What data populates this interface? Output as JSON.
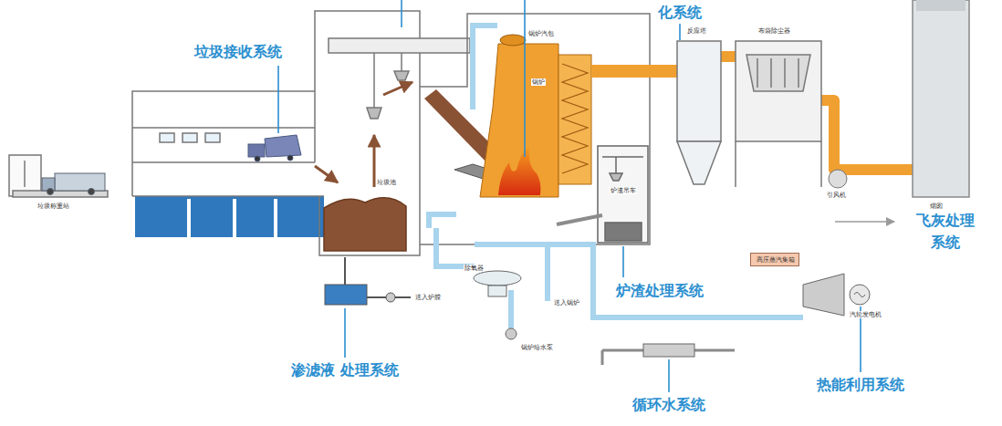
{
  "diagram": {
    "nodes": [
      {
        "text": [
          "高压蒸汽集箱"
        ]
      }
    ],
    "labels": [
      "垃圾接收系统",
      "化系统",
      "飞灰处理 系统",
      "炉渣处理系统",
      "渗滤液 处理系统",
      "循环水系统",
      "热能利用系统",
      "垃圾称重站",
      "垃圾池",
      "锅炉汽包",
      "锅炉",
      "炉渣吊车",
      "除氧器",
      "送入炉膛",
      "送入锅炉",
      "锅炉给水泵",
      "汽轮发电机",
      "烟囱",
      "引风机",
      "反应塔",
      "布袋除尘器"
    ]
  }
}
